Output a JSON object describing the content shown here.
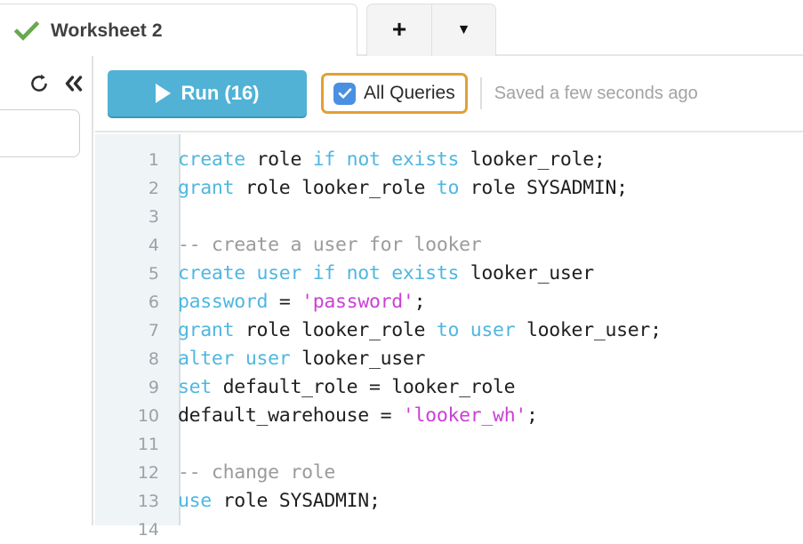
{
  "tabbar": {
    "active_tab": {
      "label": "Worksheet 2",
      "status_icon": "check-icon",
      "status_color": "#6aa84f"
    },
    "add_tab_label": "+",
    "tab_menu_label": "▼"
  },
  "left_panel": {
    "refresh_icon": "refresh-icon",
    "collapse_icon": "double-chevron-left-icon",
    "filter_input_value": "",
    "filter_input_placeholder": ""
  },
  "toolbar": {
    "run_label": "Run (16)",
    "run_play_icon": "play-icon",
    "run_color": "#51b2d6",
    "all_queries_label": "All Queries",
    "all_queries_checked": true,
    "all_queries_highlight_color": "#e2a033",
    "checkbox_color": "#4a90e2",
    "saved_status": "Saved a few seconds ago"
  },
  "editor": {
    "language": "sql",
    "line_numbers": [
      "1",
      "2",
      "3",
      "4",
      "5",
      "6",
      "7",
      "8",
      "9",
      "10",
      "11",
      "12",
      "13",
      "14"
    ],
    "lines": [
      {
        "n": "1",
        "text": "create role if not exists looker_role;"
      },
      {
        "n": "2",
        "text": "grant role looker_role to role SYSADMIN;"
      },
      {
        "n": "3",
        "text": ""
      },
      {
        "n": "4",
        "text": "-- create a user for looker"
      },
      {
        "n": "5",
        "text": "create user if not exists looker_user"
      },
      {
        "n": "6",
        "text": "password = 'password';"
      },
      {
        "n": "7",
        "text": "grant role looker_role to user looker_user;"
      },
      {
        "n": "8",
        "text": "alter user looker_user"
      },
      {
        "n": "9",
        "text": "set default_role = looker_role"
      },
      {
        "n": "10",
        "text": "default_warehouse = 'looker_wh';"
      },
      {
        "n": "11",
        "text": ""
      },
      {
        "n": "12",
        "text": "-- change role"
      },
      {
        "n": "13",
        "text": "use role SYSADMIN;"
      },
      {
        "n": "14",
        "text": ""
      }
    ],
    "tokens": [
      [
        {
          "t": "create ",
          "c": "kw"
        },
        {
          "t": "role ",
          "c": ""
        },
        {
          "t": "if not exists ",
          "c": "kw"
        },
        {
          "t": "looker_role;",
          "c": ""
        }
      ],
      [
        {
          "t": "grant ",
          "c": "kw"
        },
        {
          "t": "role looker_role ",
          "c": ""
        },
        {
          "t": "to ",
          "c": "kw"
        },
        {
          "t": "role SYSADMIN;",
          "c": ""
        }
      ],
      [
        {
          "t": "",
          "c": ""
        }
      ],
      [
        {
          "t": "-- create a user for looker",
          "c": "cmt"
        }
      ],
      [
        {
          "t": "create user if not exists ",
          "c": "kw"
        },
        {
          "t": "looker_user",
          "c": ""
        }
      ],
      [
        {
          "t": "password ",
          "c": "kw"
        },
        {
          "t": "= ",
          "c": ""
        },
        {
          "t": "'password'",
          "c": "str"
        },
        {
          "t": ";",
          "c": ""
        }
      ],
      [
        {
          "t": "grant ",
          "c": "kw"
        },
        {
          "t": "role looker_role ",
          "c": ""
        },
        {
          "t": "to user ",
          "c": "kw"
        },
        {
          "t": "looker_user;",
          "c": ""
        }
      ],
      [
        {
          "t": "alter user ",
          "c": "kw"
        },
        {
          "t": "looker_user",
          "c": ""
        }
      ],
      [
        {
          "t": "set ",
          "c": "kw"
        },
        {
          "t": "default_role = looker_role",
          "c": ""
        }
      ],
      [
        {
          "t": "default_warehouse = ",
          "c": ""
        },
        {
          "t": "'looker_wh'",
          "c": "str"
        },
        {
          "t": ";",
          "c": ""
        }
      ],
      [
        {
          "t": "",
          "c": ""
        }
      ],
      [
        {
          "t": "-- change role",
          "c": "cmt"
        }
      ],
      [
        {
          "t": "use ",
          "c": "kw"
        },
        {
          "t": "role SYSADMIN;",
          "c": ""
        }
      ],
      [
        {
          "t": "",
          "c": ""
        }
      ]
    ],
    "colors": {
      "keyword": "#4fb7e0",
      "string": "#cc3fd6",
      "comment": "#9b9b9b",
      "plain": "#1f1f1f",
      "gutter_bg": "#eff4f6",
      "gutter_fg": "#9aa2a6"
    }
  }
}
